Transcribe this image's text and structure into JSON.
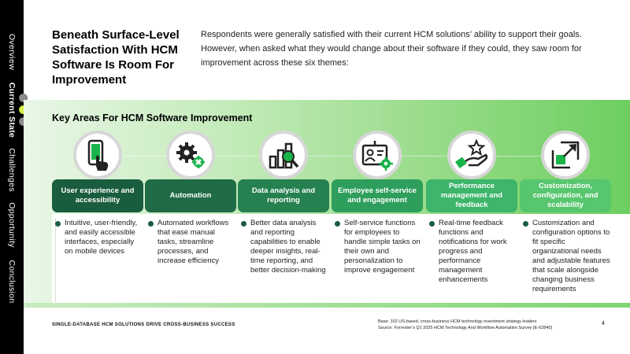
{
  "nav": {
    "items": [
      "Overview",
      "Current State",
      "Challenges",
      "Opportunity",
      "Conclusion"
    ],
    "active": "Current State"
  },
  "header": {
    "title": "Beneath Surface-Level Satisfaction With HCM Software Is Room For Improvement",
    "intro": "Respondents were generally satisfied with their current HCM solutions’ ability to support their goals. However, when asked what they would change about their software if they could, they saw room for improvement across these six themes:"
  },
  "section": {
    "title": "Key Areas For HCM Software Improvement",
    "themes": [
      {
        "icon": "mobile-touch-icon",
        "label": "User experience and accessibility",
        "text": "Intuitive, user-friendly, and easily accessible interfaces, especially on mobile devices",
        "color": "#1a5c3e"
      },
      {
        "icon": "gears-icon",
        "label": "Automation",
        "text": "Automated workflows that ease manual tasks, streamline processes, and increase efficiency",
        "color": "#1f6b45"
      },
      {
        "icon": "bar-chart-magnifier-icon",
        "label": "Data analysis and reporting",
        "text": "Better data analysis and reporting capabilities to enable deeper insights, real-time reporting, and better decision-making",
        "color": "#25814f"
      },
      {
        "icon": "employee-badge-gear-icon",
        "label": "Employee self-service and engagement",
        "text": "Self-service functions for employees to handle simple tasks on their own and personalization to improve engagement",
        "color": "#2e9e5c"
      },
      {
        "icon": "hand-star-icon",
        "label": "Performance management and feedback",
        "text": "Real-time feedback functions and notifications for work progress and performance management enhancements",
        "color": "#3db56a"
      },
      {
        "icon": "expand-arrow-icon",
        "label": "Customization, configuration, and scalability",
        "text": "Customization and configuration options to fit specific organizational needs and adjustable features that scale alongside changing business requirements",
        "color": "#58c66f"
      }
    ]
  },
  "footer": {
    "left": "SINGLE-DATABASE HCM SOLUTIONS DRIVE CROSS-BUSINESS SUCCESS",
    "base": "Base: 102 US-based, cross-business HCM technology investment strategy leaders",
    "source": "Source: Forrester’s Q1 2025 HCM Technology And Workflow Automation Survey [E-62840]",
    "page": "4"
  },
  "colors": {
    "dark_green": "#1a5c3e",
    "accent_green": "#19b44a",
    "nav_active_dot": "#d8ef4a"
  }
}
